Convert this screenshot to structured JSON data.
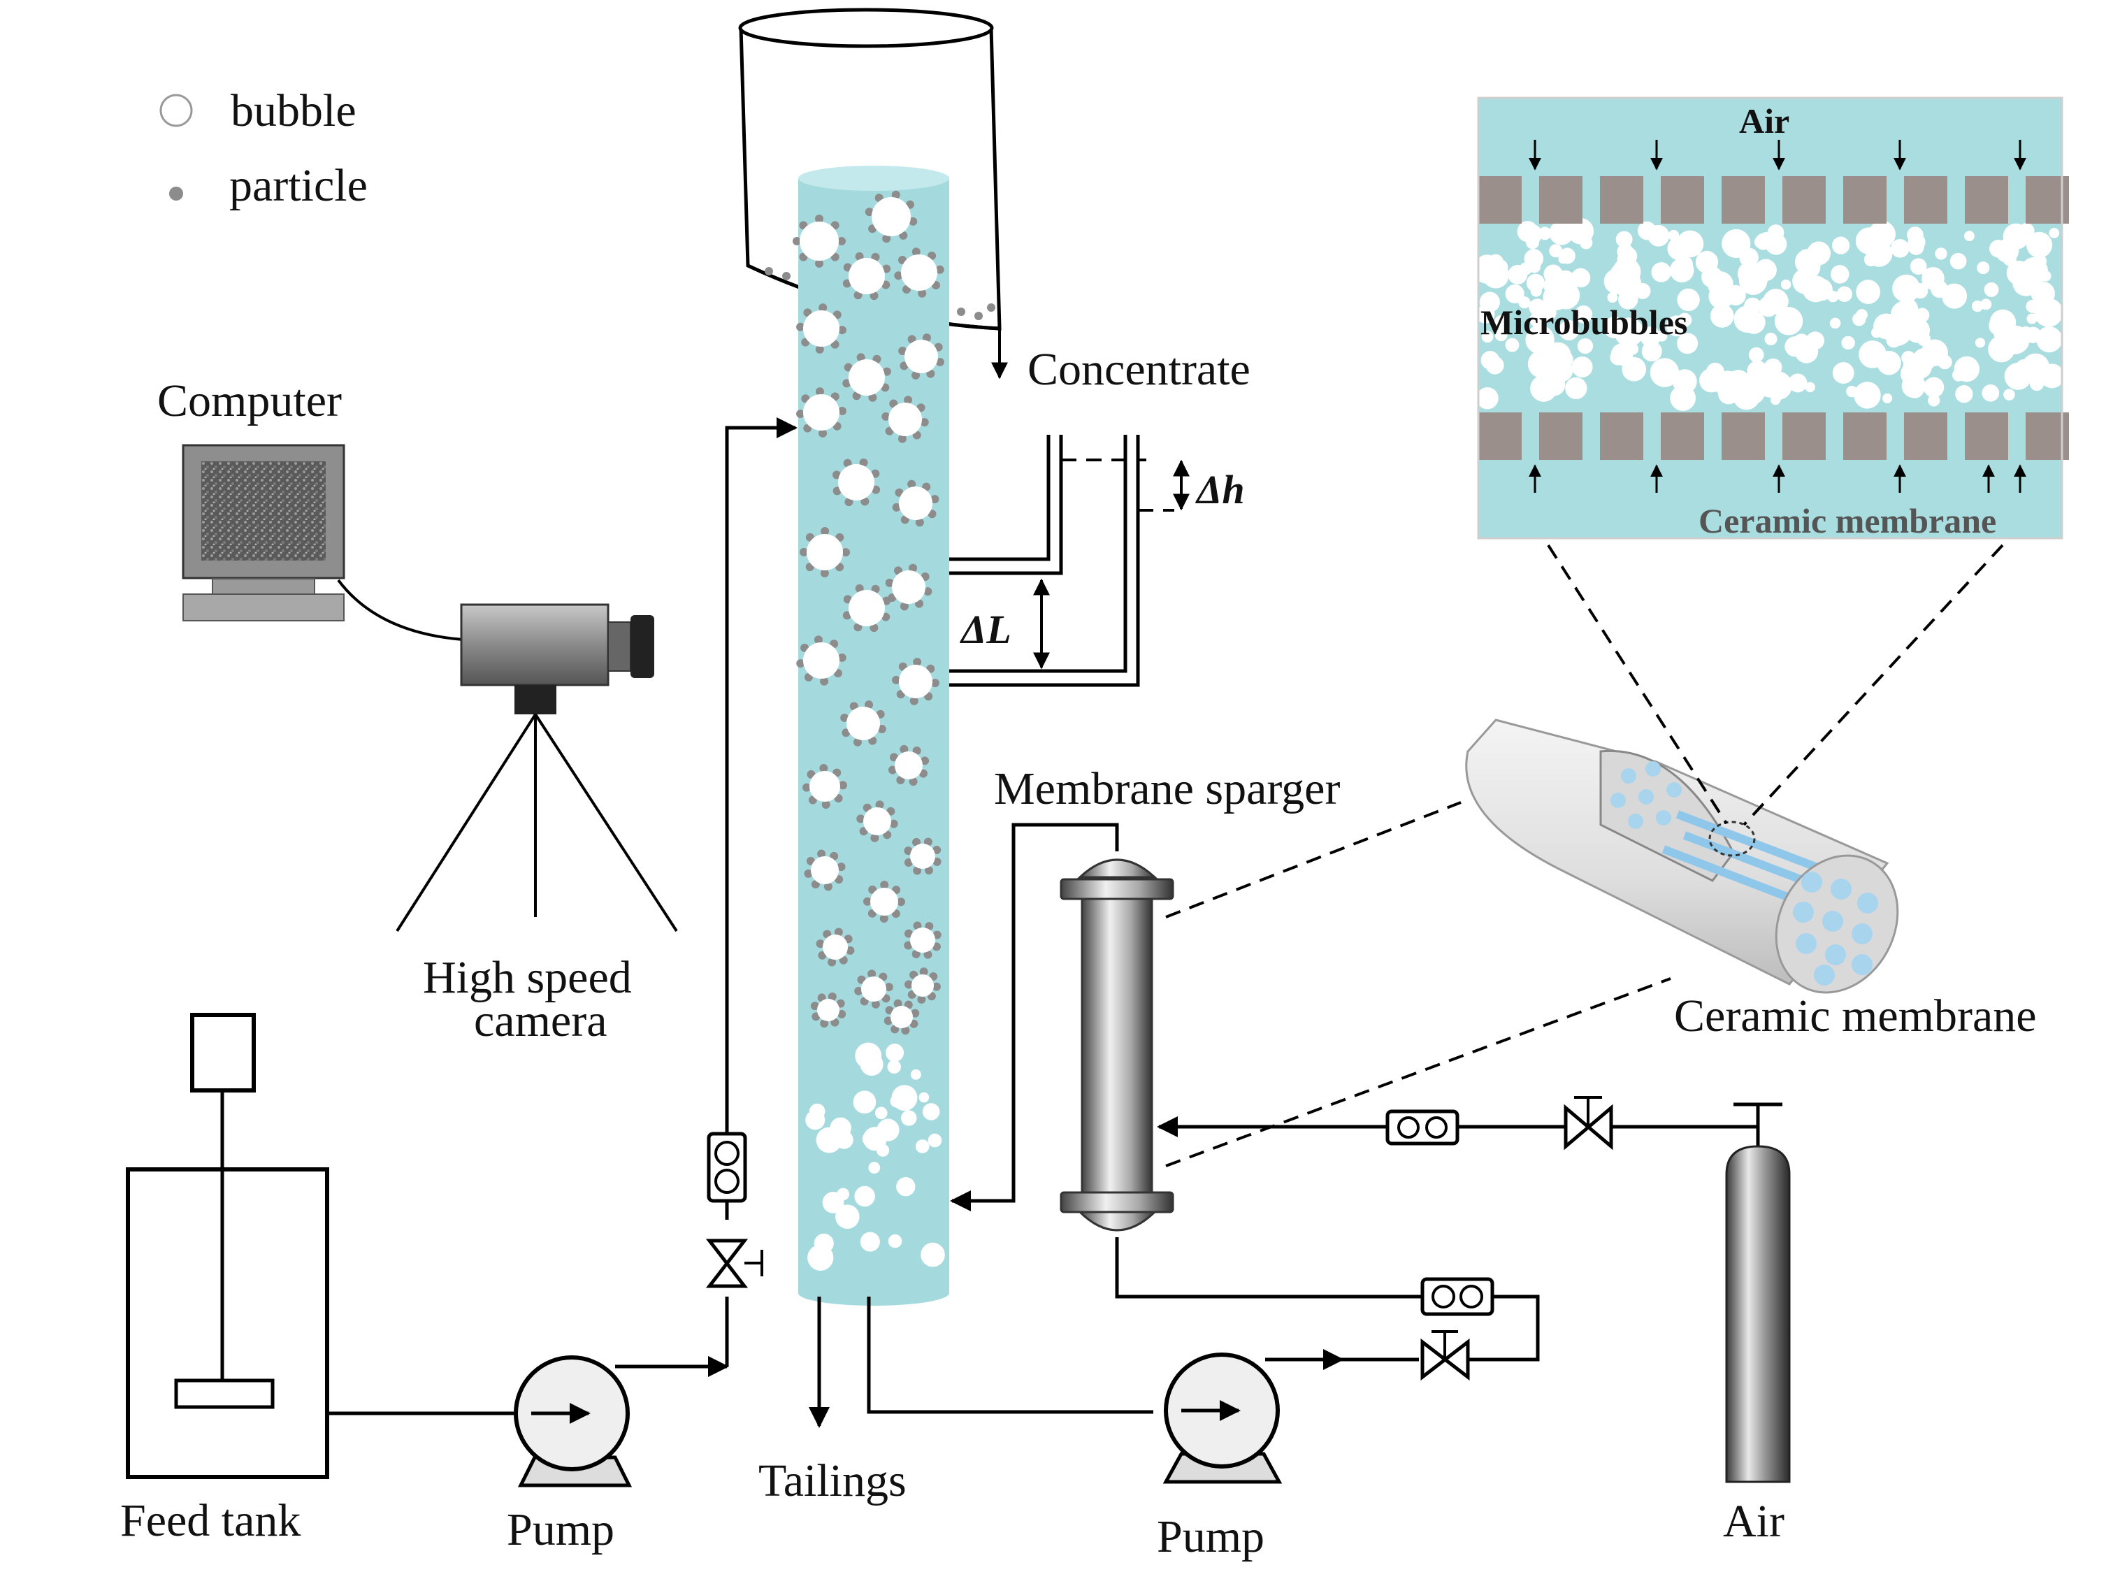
{
  "legend": {
    "bubble_label": "bubble",
    "particle_label": "particle"
  },
  "labels": {
    "computer": "Computer",
    "camera_line1": "High speed",
    "camera_line2": "camera",
    "concentrate": "Concentrate",
    "delta_h": "Δh",
    "delta_L": "ΔL",
    "membrane_sparger": "Membrane sparger",
    "ceramic_membrane": "Ceramic membrane",
    "feed_tank": "Feed tank",
    "pump_left": "Pump",
    "pump_right": "Pump",
    "tailings": "Tailings",
    "air_cylinder": "Air"
  },
  "inset": {
    "air_label": "Air",
    "microbubbles_label": "Microbubbles",
    "ceramic_membrane_label": "Ceramic membrane"
  },
  "colors": {
    "column_fill": "#a4dade",
    "inset_channel": "#a9dde0",
    "inset_membrane": "#9a8f8a",
    "bubble": "#ffffff",
    "particle": "#8c8c8c"
  }
}
